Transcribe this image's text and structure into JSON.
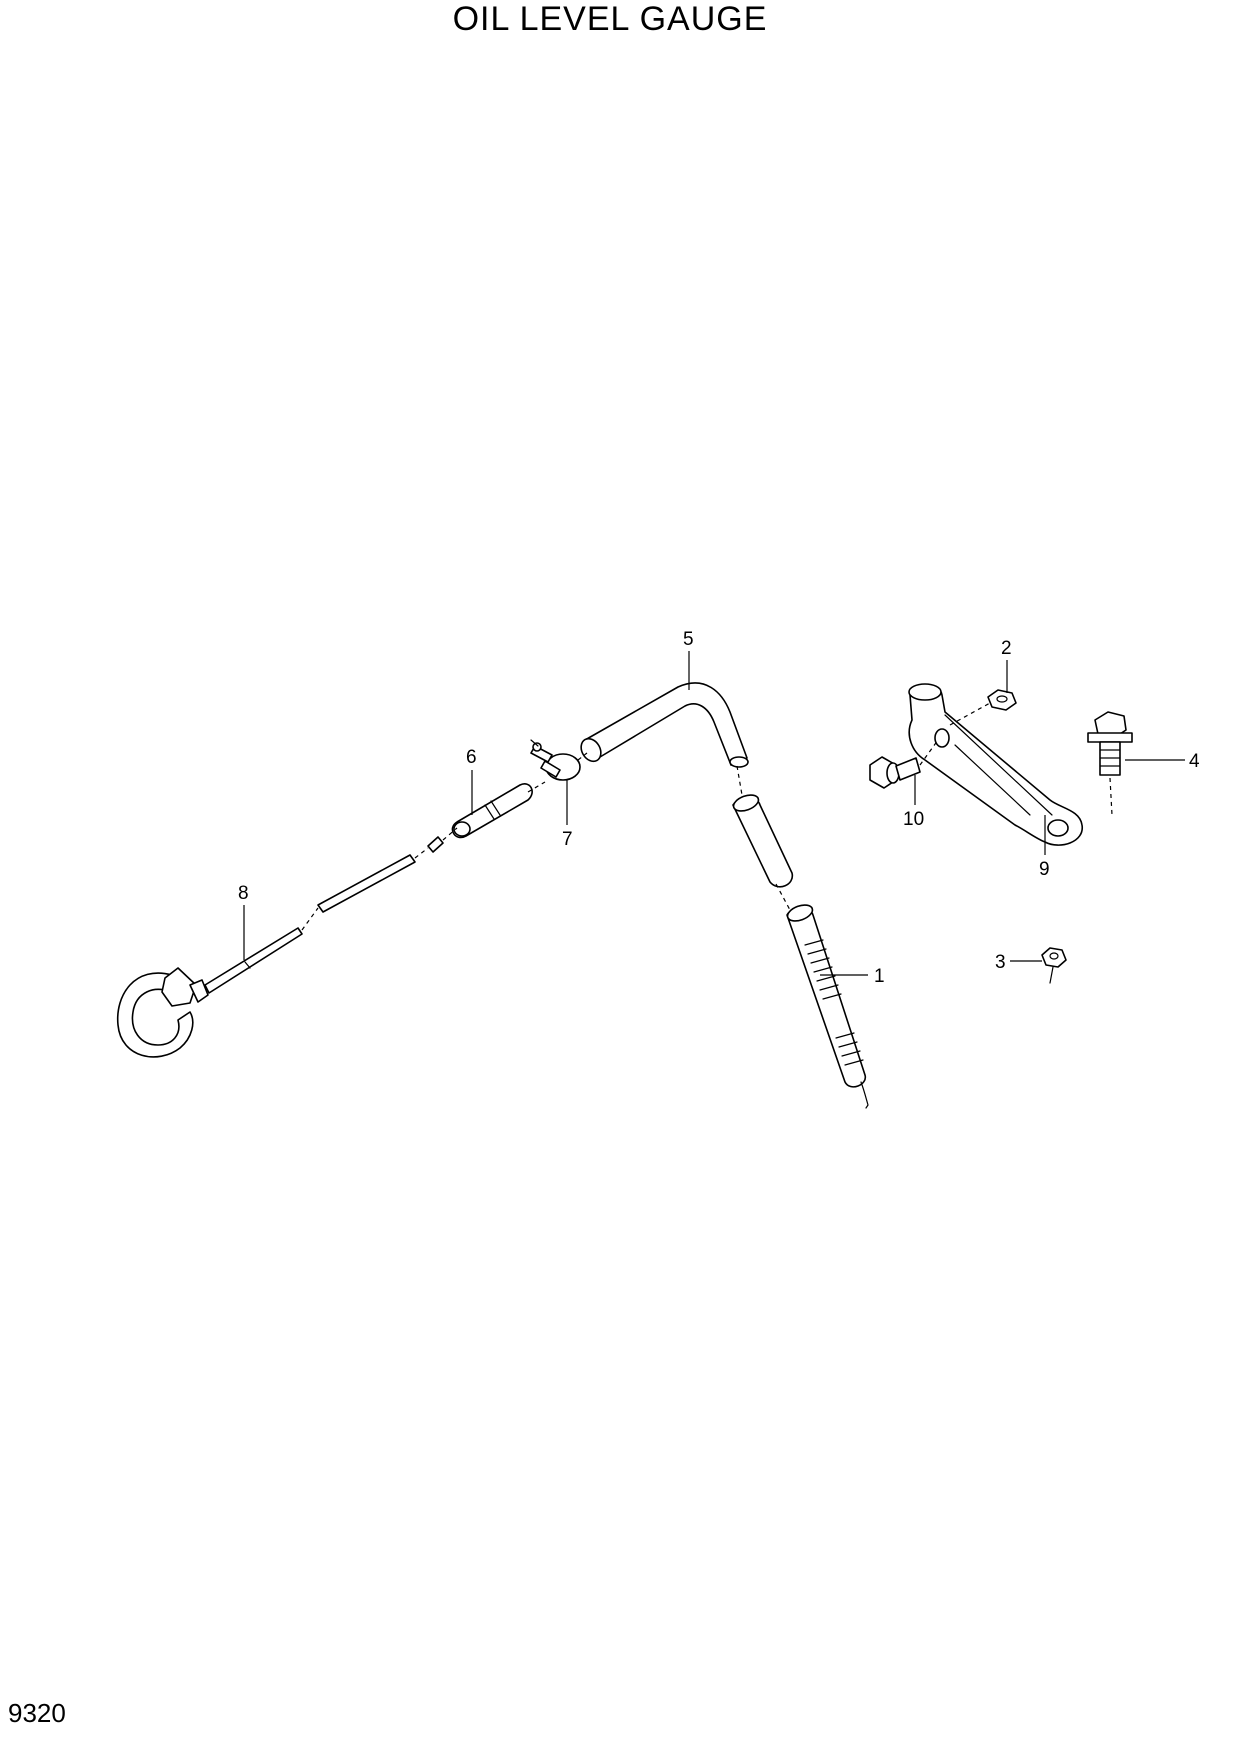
{
  "page": {
    "title": "OIL LEVEL GAUGE",
    "page_number": "9320"
  },
  "callouts": {
    "part_1": "1",
    "part_2": "2",
    "part_3": "3",
    "part_4": "4",
    "part_5": "5",
    "part_6": "6",
    "part_7": "7",
    "part_8": "8",
    "part_9": "9",
    "part_10": "10"
  },
  "colors": {
    "line": "#000000",
    "background": "#ffffff"
  }
}
